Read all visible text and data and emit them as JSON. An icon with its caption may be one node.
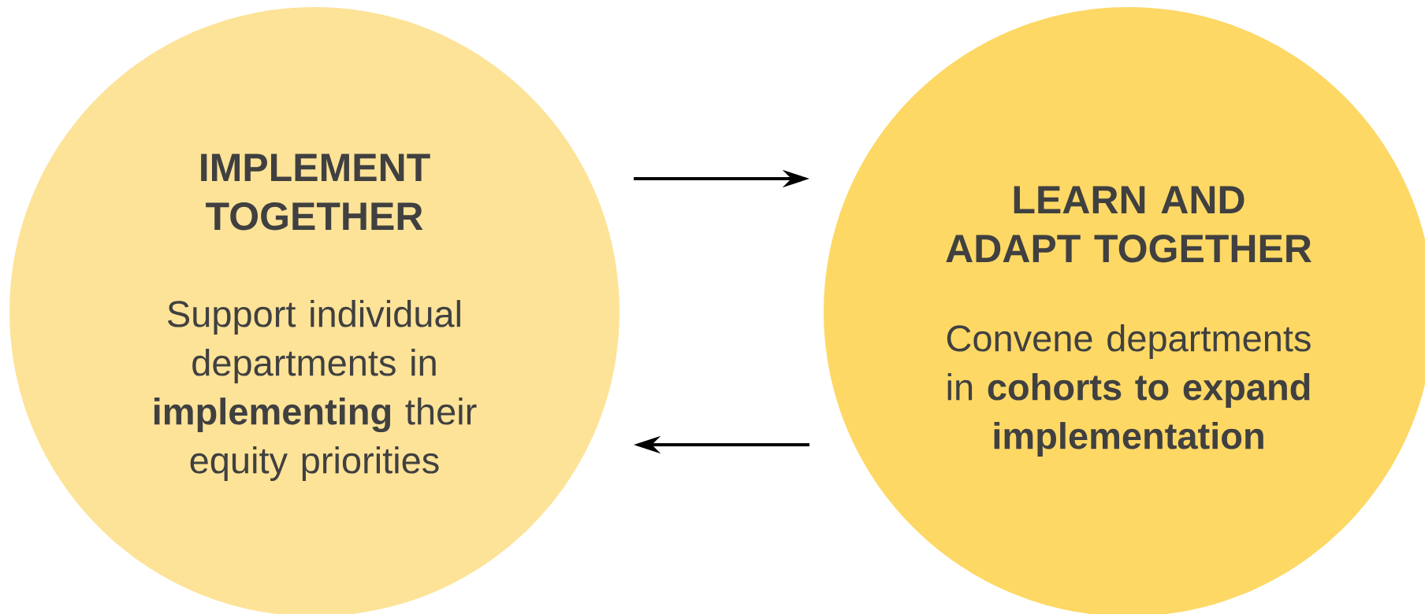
{
  "diagram": {
    "nodes": [
      {
        "text": [
          "IMPLEMENT TOGETHER",
          "Support individual departments in **implementing** their equity priorities"
        ]
      },
      {
        "text": [
          "LEARN AND ADAPT TOGETHER",
          "Convene departments in **cohorts to expand implementation**"
        ]
      }
    ],
    "edges": [
      {
        "from": 0,
        "to": 1,
        "arrow": "to"
      },
      {
        "from": 1,
        "to": 0,
        "arrow": "to"
      }
    ]
  }
}
